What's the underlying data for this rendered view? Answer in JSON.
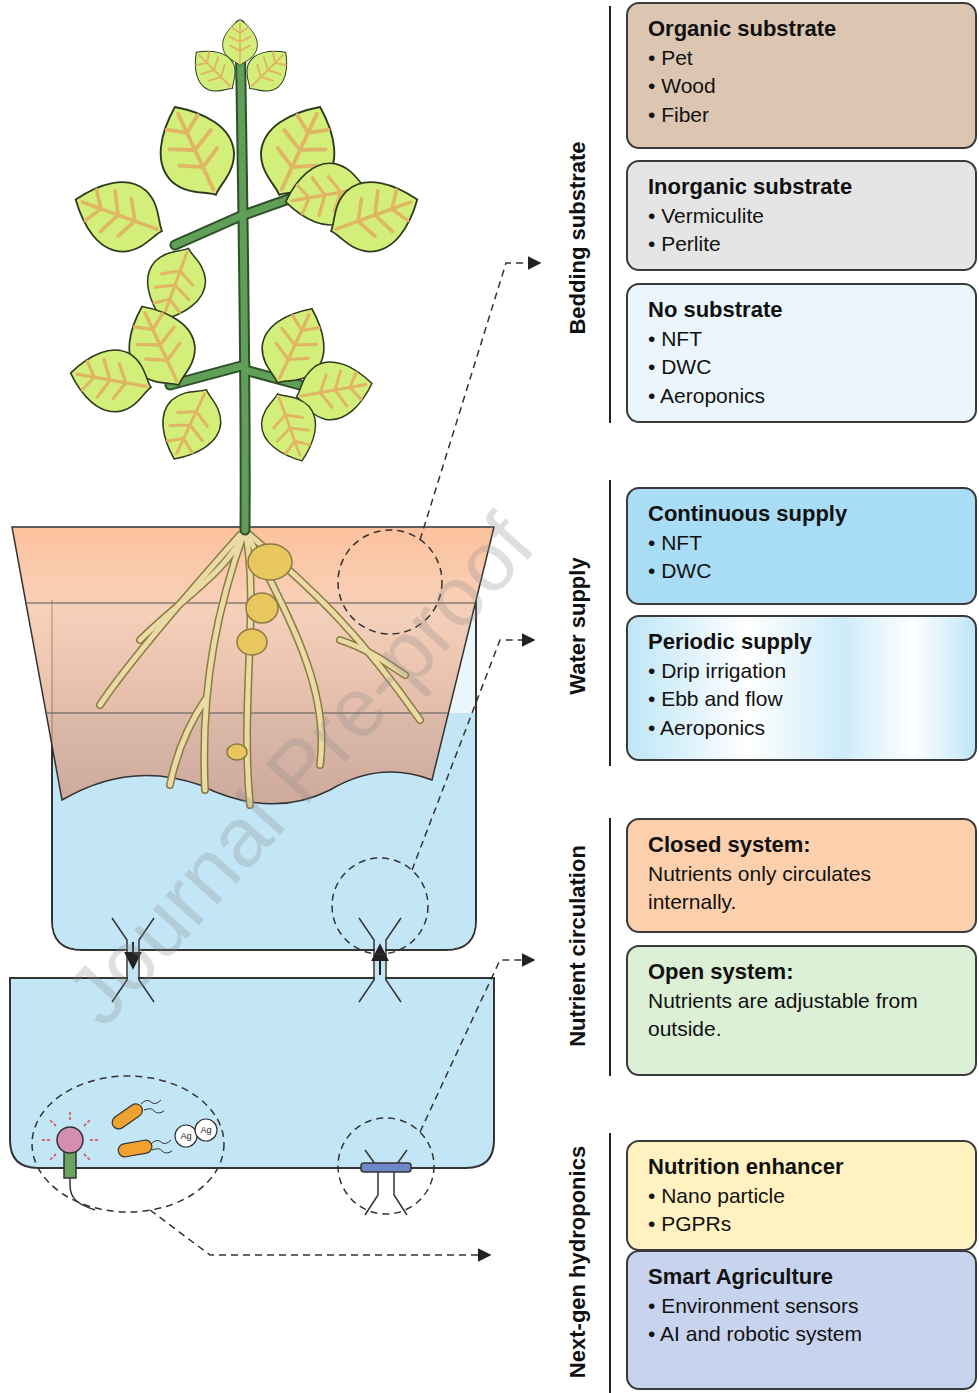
{
  "diagram": {
    "nodes": [
      {
        "text": [
          "Organic substrate",
          "• Pet",
          "• Wood",
          "• Fiber"
        ]
      },
      {
        "text": [
          "Inorganic substrate",
          "• Vermiculite",
          "• Perlite"
        ]
      },
      {
        "text": [
          "No substrate",
          "• NFT",
          "• DWC",
          "• Aeroponics"
        ]
      },
      {
        "text": [
          "Continuous supply",
          "• NFT",
          "• DWC"
        ]
      },
      {
        "text": [
          "Periodic supply",
          "• Drip irrigation",
          "• Ebb and flow",
          "• Aeroponics"
        ]
      },
      {
        "text": [
          "Closed system:",
          "Nutrients only circulates internally."
        ]
      },
      {
        "text": [
          "Open system:",
          "Nutrients are adjustable from outside."
        ]
      },
      {
        "text": [
          "Nutrition enhancer",
          "• Nano particle",
          "• PGPRs"
        ]
      },
      {
        "text": [
          "Smart Agriculture",
          "• Environment sensors",
          "• AI and robotic system"
        ]
      }
    ],
    "labels": [
      "Bedding substrate",
      "Water supply",
      "Nutrient circulation",
      "Next-gen hydroponics",
      "Journal Pre-proof",
      "Ag",
      "Ag"
    ]
  }
}
